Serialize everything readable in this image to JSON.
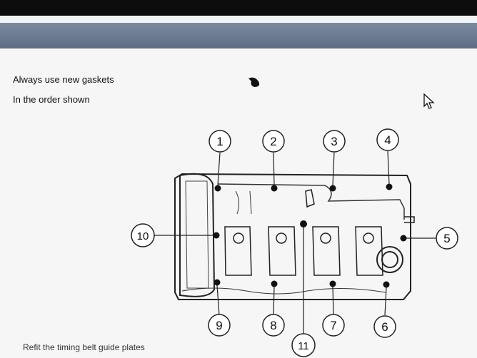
{
  "notes": {
    "line1": "Always use new gaskets",
    "line2": "In the order shown",
    "footer": "Refit the timing belt guide plates"
  },
  "diagram": {
    "callouts": [
      "1",
      "2",
      "3",
      "4",
      "5",
      "6",
      "7",
      "8",
      "9",
      "10",
      "11"
    ]
  },
  "colors": {
    "title_bar": "#6b7891",
    "page": "#f6f6f6"
  }
}
